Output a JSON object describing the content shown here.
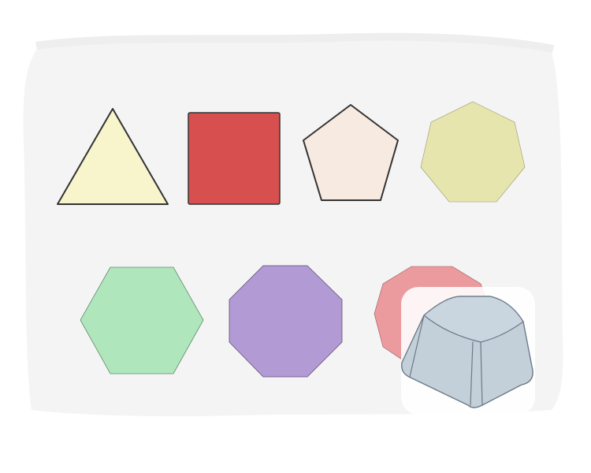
{
  "colors": {
    "page_background": "#ffffff",
    "panel_fill": "#f4f4f4",
    "panel_outline": "#eeeeee",
    "triangle_fill": "#f8f5cd",
    "square_fill": "#d84f50",
    "pentagon_fill": "#f7ebe1",
    "heptagon_fill": "#e6e5ad",
    "hexagon_fill": "#b0e6bc",
    "octagon_fill": "#b29ad4",
    "decagon_fill": "#eb9a9d",
    "keycap_fill": "#c3d0da",
    "keycap_top_fill": "#c9d5df",
    "keycap_outline": "#6c7a87",
    "dark_outline": "#333333",
    "card_fill": "#ffffff"
  },
  "shapes": [
    {
      "name": "triangle",
      "sides": 3,
      "outlined": true
    },
    {
      "name": "square",
      "sides": 4,
      "outlined": true
    },
    {
      "name": "pentagon",
      "sides": 5,
      "outlined": true
    },
    {
      "name": "heptagon",
      "sides": 7,
      "outlined": false
    },
    {
      "name": "hexagon",
      "sides": 6,
      "outlined": false
    },
    {
      "name": "octagon",
      "sides": 8,
      "outlined": false
    },
    {
      "name": "decagon",
      "sides": 10,
      "outlined": false,
      "partially_covered": true
    }
  ],
  "overlay": {
    "name": "keycap",
    "icon": "keycap-icon"
  }
}
